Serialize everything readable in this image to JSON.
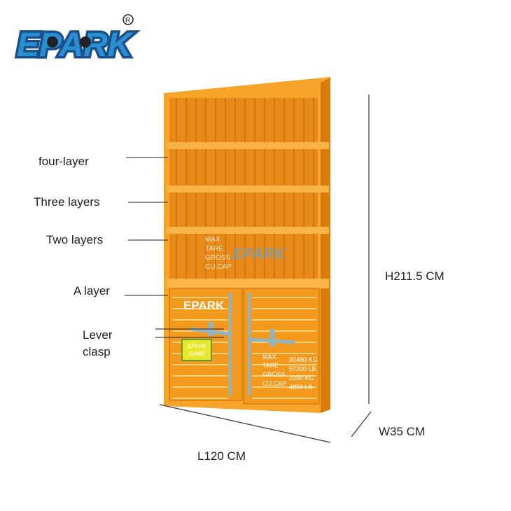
{
  "logo": {
    "text": "EPARK",
    "registered": "®",
    "color": "#2a8fd0"
  },
  "labels": {
    "four_layer": "four-layer",
    "three_layers": "Three layers",
    "two_layers": "Two layers",
    "a_layer": "A layer",
    "lever": "Lever",
    "clasp": "clasp"
  },
  "dimensions": {
    "height": "H211.5 CM",
    "width": "W35 CM",
    "length": "L120 CM"
  },
  "cabinet": {
    "color": "#f39a1e",
    "stencil_upper": [
      "MAX",
      "TARE",
      "GROSS",
      "CU.CAP"
    ],
    "door_brand": "EPARK",
    "sticker": [
      "EPARK",
      "GAME"
    ],
    "door_specs": [
      [
        "MAX",
        "30480 KG"
      ],
      [
        "TARE",
        "57200 LB"
      ],
      [
        "GROSS",
        "2250 KG"
      ],
      [
        "CU.CAP",
        "4850 LB"
      ]
    ]
  }
}
